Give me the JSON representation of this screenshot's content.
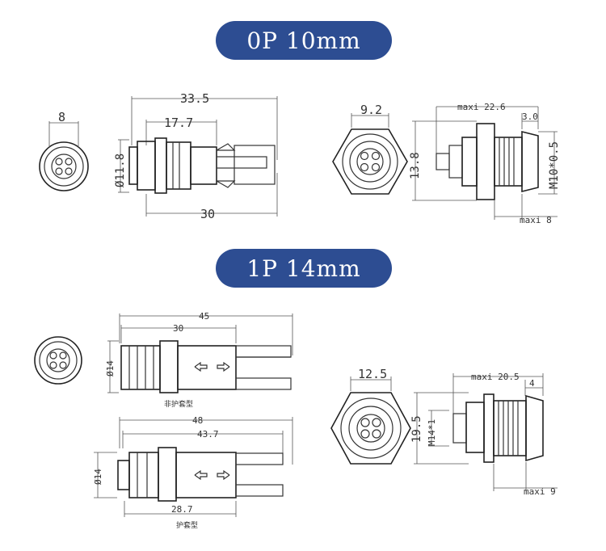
{
  "sections": {
    "op": {
      "title": "0P 10mm"
    },
    "p1": {
      "title": "1P 14mm"
    }
  },
  "op_front": {
    "dia": "8"
  },
  "op_side": {
    "len_total": "33.5",
    "len_mid": "17.7",
    "len_body": "30",
    "dia": "Ø11.8"
  },
  "op_panel": {
    "hex": "9.2",
    "height": "13.8",
    "maxi_len": "maxi 22.6",
    "flange": "3.0",
    "thread": "M10*0.5",
    "maxi_panel": "maxi 8"
  },
  "p1_unprot": {
    "len_total": "45",
    "len_mid": "30",
    "dia": "Ø14",
    "caption": "非护套型"
  },
  "p1_prot": {
    "len_total": "48",
    "len_mid": "43.7",
    "len_body": "28.7",
    "dia": "Ø14",
    "caption": "护套型"
  },
  "p1_panel": {
    "hex": "12.5",
    "height": "19.5",
    "thread": "M14*1",
    "maxi_len": "maxi 20.5",
    "flange": "4",
    "maxi_panel": "maxi 9"
  }
}
